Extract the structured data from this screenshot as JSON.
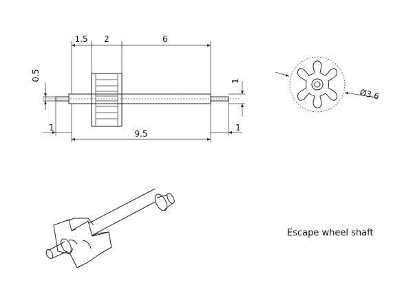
{
  "dimensions": {
    "d1": "1.5",
    "d2": "2",
    "d3": "6",
    "d4": "0.5",
    "d5": "1",
    "d6": "1",
    "d7": "9.5",
    "d8": "1",
    "diameter": "Ø3.6"
  },
  "caption": "Escape wheel shaft",
  "colors": {
    "line": "#222222",
    "background": "#ffffff"
  }
}
